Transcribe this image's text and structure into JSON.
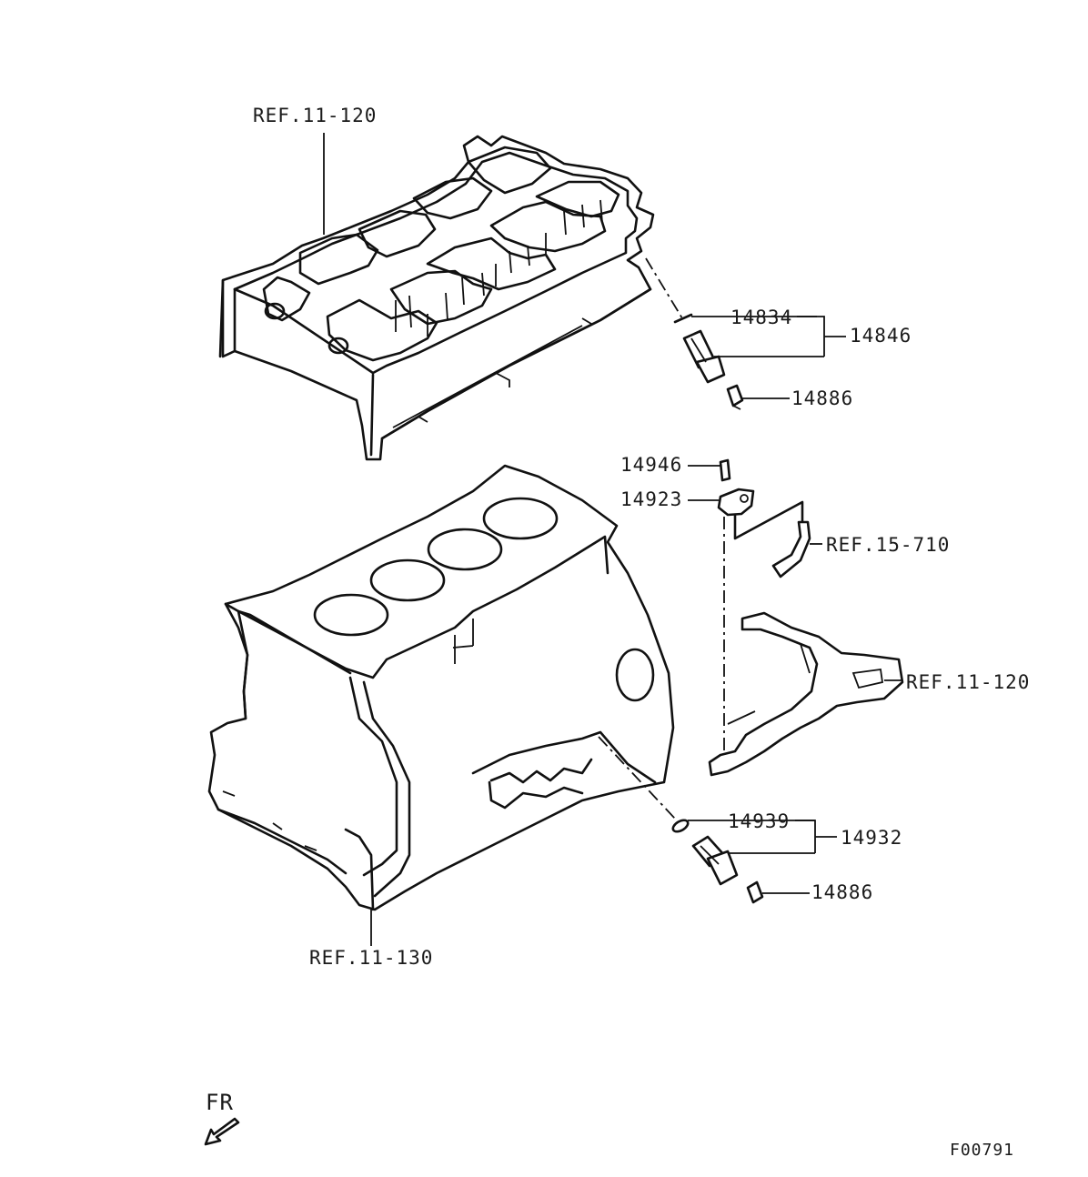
{
  "labels": {
    "ref_head": "REF.11-120",
    "part_14834": "14834",
    "part_14846": "14846",
    "part_14886_top": "14886",
    "part_14946": "14946",
    "part_14923": "14923",
    "ref_hose": "REF.15-710",
    "ref_cover": "REF.11-120",
    "part_14939": "14939",
    "part_14932": "14932",
    "part_14886_bottom": "14886",
    "ref_block": "REF.11-130",
    "direction": "FR",
    "figure_code": "F00791"
  }
}
